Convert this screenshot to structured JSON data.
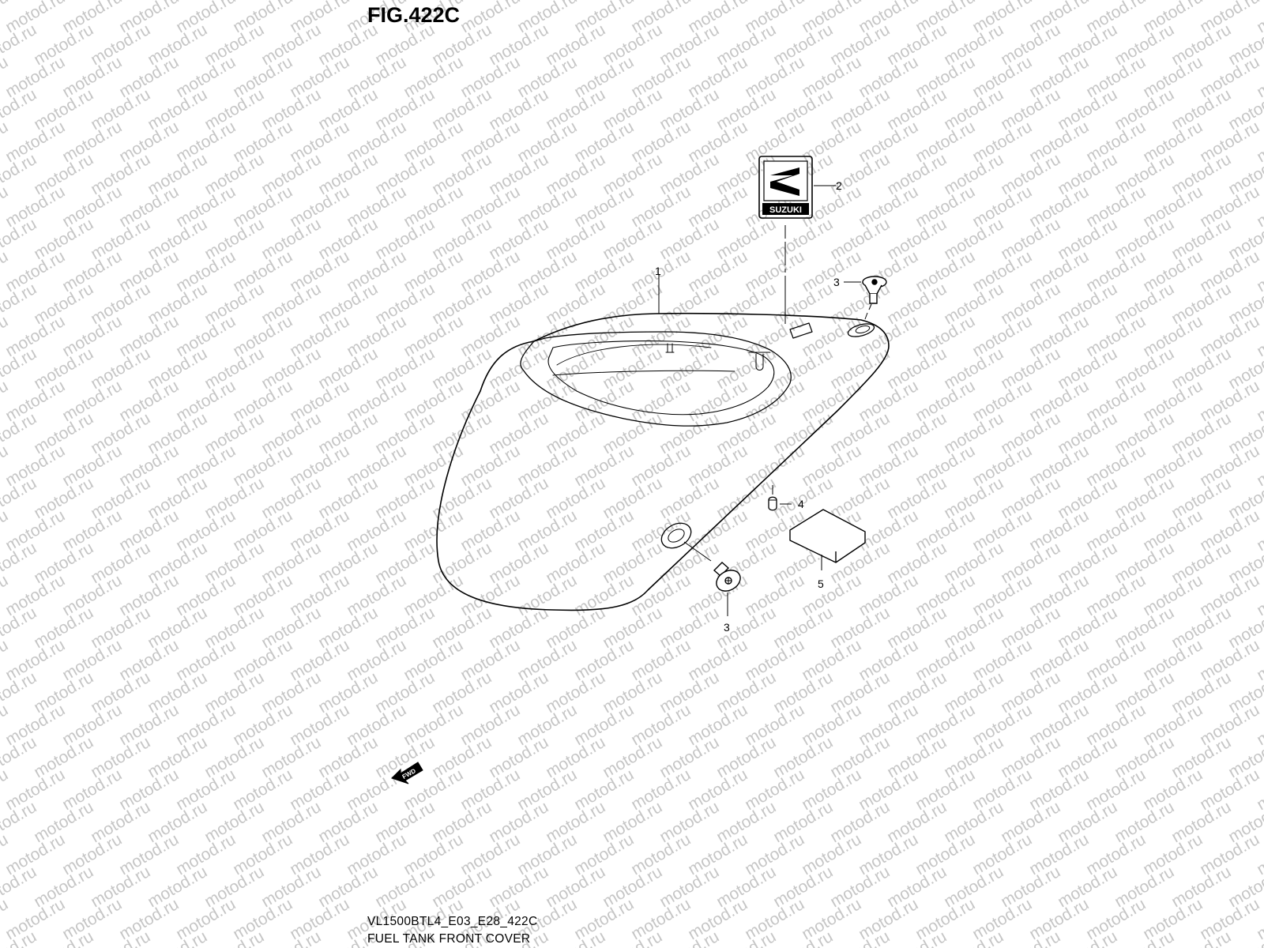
{
  "figure": {
    "title": "FIG.422C",
    "model_code": "VL1500BTL4_E03_E28_422C",
    "part_group": "FUEL TANK FRONT COVER"
  },
  "watermark": {
    "text": "motod.ru"
  },
  "emblem": {
    "brand_text": "SUZUKI"
  },
  "fwd_arrow": {
    "label": "FWD"
  },
  "callouts": [
    {
      "id": "callout-1",
      "number": "1",
      "part": "fuel-tank-front-cover"
    },
    {
      "id": "callout-2",
      "number": "2",
      "part": "emblem"
    },
    {
      "id": "callout-3a",
      "number": "3",
      "part": "screw-top"
    },
    {
      "id": "callout-3b",
      "number": "3",
      "part": "screw-side"
    },
    {
      "id": "callout-4",
      "number": "4",
      "part": "clip"
    },
    {
      "id": "callout-5",
      "number": "5",
      "part": "cushion"
    }
  ],
  "colors": {
    "line": "#000000",
    "watermark": "#c6c6c6",
    "background": "#ffffff"
  }
}
